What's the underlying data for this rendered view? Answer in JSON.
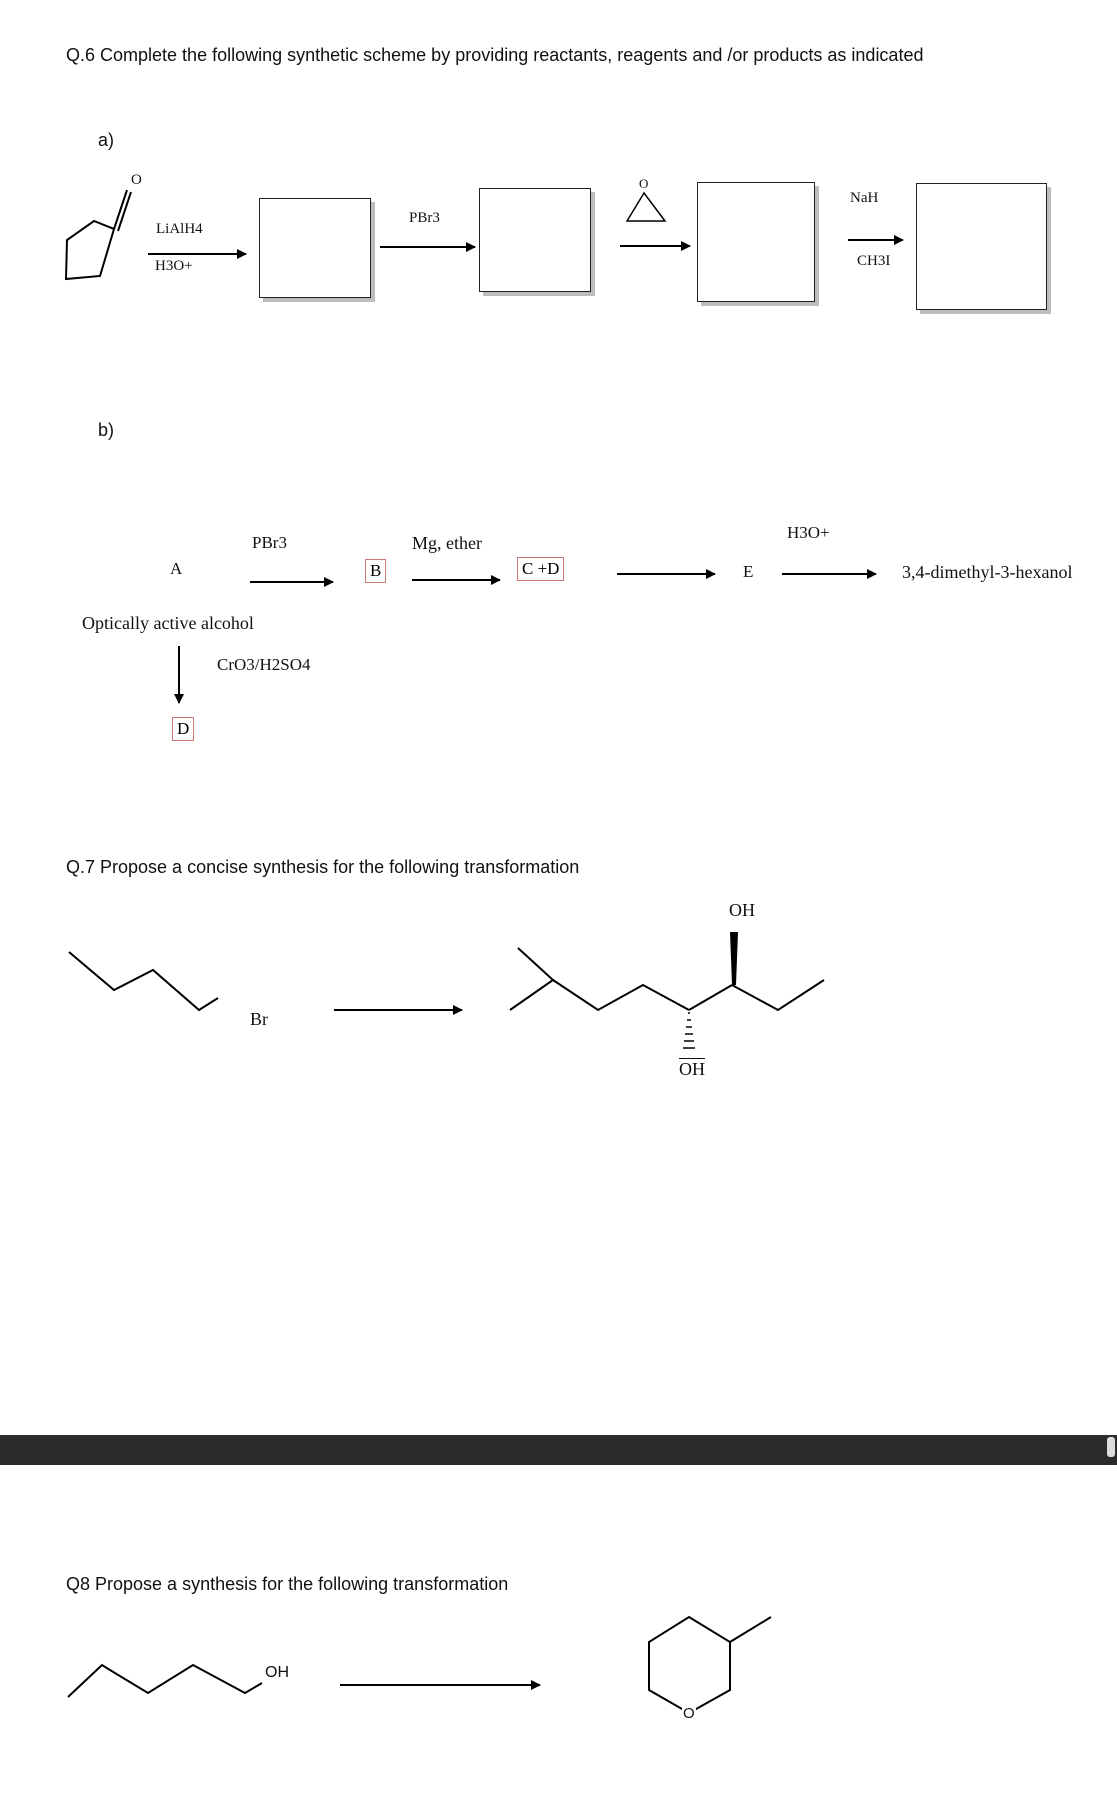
{
  "q6": {
    "title": "Q.6 Complete the following synthetic scheme by providing reactants, reagents and /or products as indicated",
    "part_a": {
      "label": "a)",
      "ketone_o": "O",
      "reagent1_top": "LiAlH4",
      "reagent1_bottom": "H3O+",
      "reagent2": "PBr3",
      "epoxide_o": "O",
      "reagent4_top": "NaH",
      "reagent4_bottom": "CH3I"
    },
    "part_b": {
      "label": "b)",
      "start": "A",
      "start_desc": "Optically active alcohol",
      "reagent_pbr3": "PBr3",
      "box_b": "B",
      "reagent_mg": "Mg, ether",
      "box_cd": "C +D",
      "product_e": "E",
      "reagent_h3o": "H3O+",
      "final": "3,4-dimethyl-3-hexanol",
      "reagent_ox": "CrO3/H2SO4",
      "box_d": "D"
    }
  },
  "q7": {
    "title": "Q.7 Propose a concise synthesis for the following transformation",
    "br": "Br",
    "oh_top": "OH",
    "oh_bottom": "OH"
  },
  "q8": {
    "title": "Q8 Propose a synthesis for the following transformation",
    "oh": "OH",
    "ring_o": "O"
  }
}
